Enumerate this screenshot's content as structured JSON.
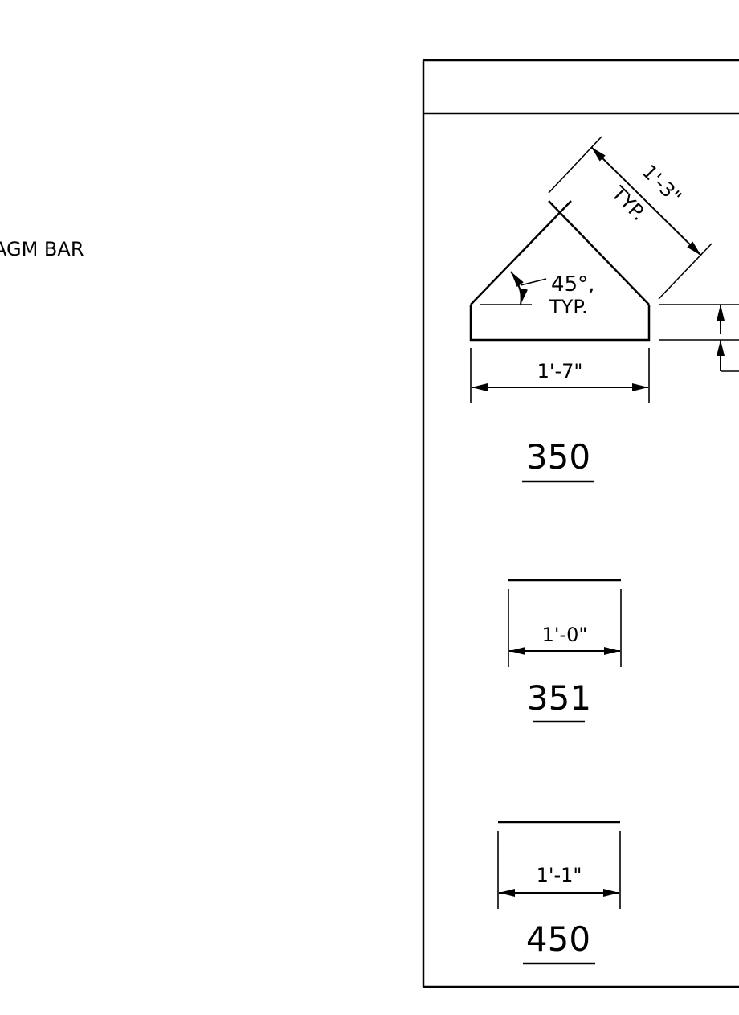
{
  "side_note": "AGM BAR",
  "bars": [
    {
      "mark": "350",
      "dims": {
        "slope": "1'-3\"",
        "slope_note": "TYP.",
        "angle": "45°,",
        "angle_note": "TYP.",
        "base": "1'-7\""
      }
    },
    {
      "mark": "351",
      "dims": {
        "width": "1'-0\""
      }
    },
    {
      "mark": "450",
      "dims": {
        "width": "1'-1\""
      }
    }
  ],
  "colors": {
    "ink": "#000000",
    "paper": "#ffffff"
  }
}
